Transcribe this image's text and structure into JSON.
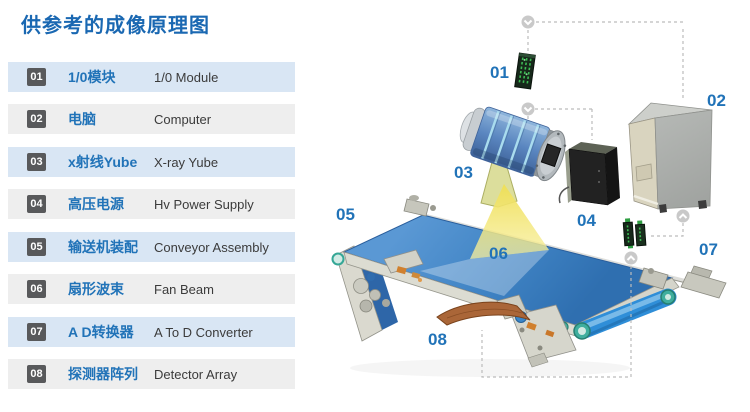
{
  "title": "供参考的成像原理图",
  "legend": {
    "rows": [
      {
        "num": "01",
        "zh": "1/0模块",
        "en": "1/0 Module"
      },
      {
        "num": "02",
        "zh": "电脑",
        "en": "Computer"
      },
      {
        "num": "03",
        "zh": "x射线Yube",
        "en": "X-ray Yube"
      },
      {
        "num": "04",
        "zh": "高压电源",
        "en": "Hv Power Supply"
      },
      {
        "num": "05",
        "zh": "输送机装配",
        "en": "Conveyor Assembly"
      },
      {
        "num": "06",
        "zh": "扇形波束",
        "en": "Fan Beam"
      },
      {
        "num": "07",
        "zh": "A D转换器",
        "en": "A To D Converter"
      },
      {
        "num": "08",
        "zh": "探测器阵列",
        "en": "Detector Array"
      }
    ]
  },
  "diagram": {
    "labels": [
      "01",
      "02",
      "03",
      "04",
      "05",
      "06",
      "07",
      "08"
    ]
  },
  "colors": {
    "title_blue": "#1a68b2",
    "label_blue": "#2173b8",
    "row_light_blue": "#d9e6f4",
    "row_gray": "#eeeeee",
    "badge_gray": "#58595b",
    "english_text": "#3b3b3b",
    "belt_blue": "#3f83c4",
    "beam_yellow": "#f2e470",
    "pcb_green": "#3dbb54",
    "dashed_line_gray": "#bcbcbc"
  }
}
